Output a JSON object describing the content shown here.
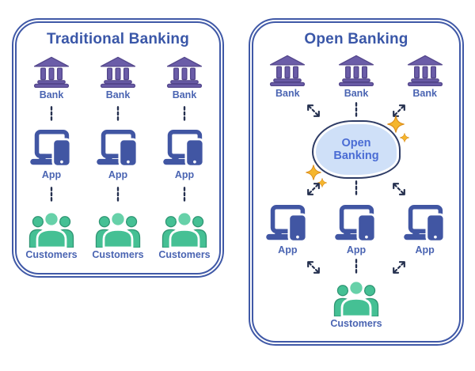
{
  "left": {
    "title": "Traditional Banking",
    "columns": [
      {
        "bank": "Bank",
        "app": "App",
        "customers": "Customers"
      },
      {
        "bank": "Bank",
        "app": "App",
        "customers": "Customers"
      },
      {
        "bank": "Bank",
        "app": "App",
        "customers": "Customers"
      }
    ]
  },
  "right": {
    "title": "Open Banking",
    "banks": [
      "Bank",
      "Bank",
      "Bank"
    ],
    "hub": "Open Banking",
    "apps": [
      "App",
      "App",
      "App"
    ],
    "customers": "Customers"
  },
  "colors": {
    "panel_border": "#4059a7",
    "title_text": "#3a57a8",
    "label_text": "#4a64b2",
    "bank_icon": "#6b5da8",
    "app_icon": "#4156a3",
    "customers_icon": "#45c094",
    "connector": "#25304f",
    "cloud_fill": "#cfe0f8",
    "cloud_text": "#4a6cd4",
    "star": "#f5b62d"
  }
}
